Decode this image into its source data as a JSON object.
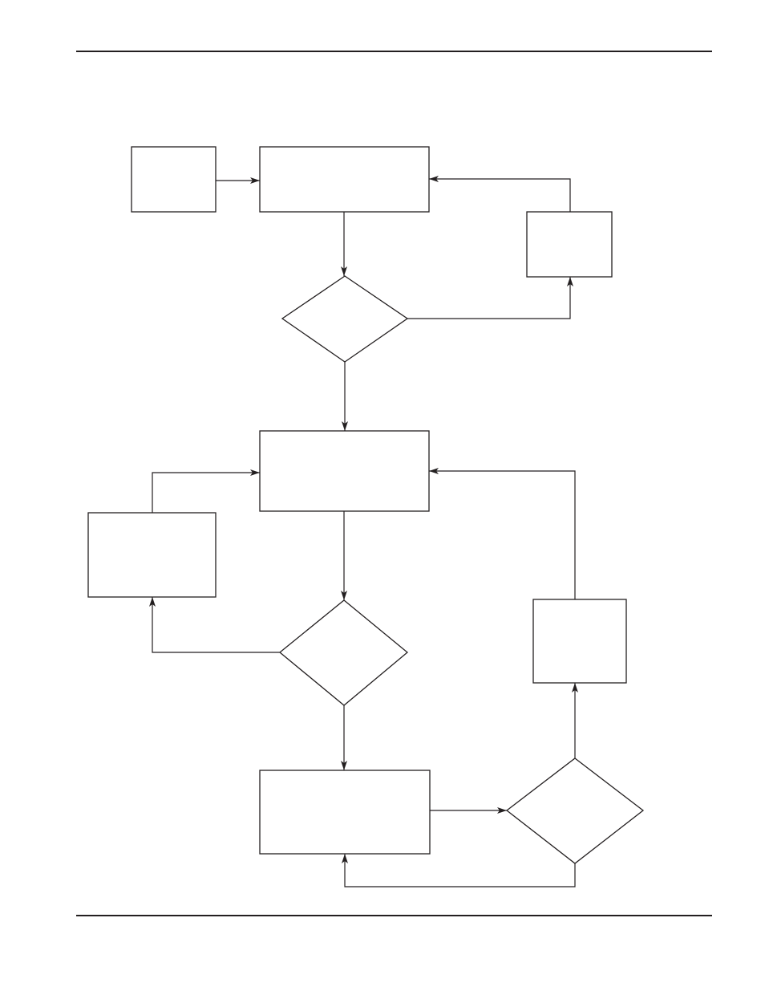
{
  "diagram": {
    "type": "flowchart",
    "nodes": [
      {
        "id": "box-a",
        "shape": "box",
        "label": ""
      },
      {
        "id": "box-b",
        "shape": "box",
        "label": ""
      },
      {
        "id": "box-c",
        "shape": "box",
        "label": ""
      },
      {
        "id": "diamond-1",
        "shape": "decision",
        "label": ""
      },
      {
        "id": "box-d",
        "shape": "box",
        "label": ""
      },
      {
        "id": "box-e",
        "shape": "box",
        "label": ""
      },
      {
        "id": "diamond-2",
        "shape": "decision",
        "label": ""
      },
      {
        "id": "box-f",
        "shape": "box",
        "label": ""
      },
      {
        "id": "box-g",
        "shape": "box",
        "label": ""
      },
      {
        "id": "diamond-3",
        "shape": "decision",
        "label": ""
      }
    ],
    "edges": [
      {
        "from": "box-a",
        "to": "box-b"
      },
      {
        "from": "box-b",
        "to": "diamond-1"
      },
      {
        "from": "diamond-1",
        "to": "box-c"
      },
      {
        "from": "box-c",
        "to": "box-b"
      },
      {
        "from": "diamond-1",
        "to": "box-d"
      },
      {
        "from": "box-d",
        "to": "diamond-2"
      },
      {
        "from": "diamond-2",
        "to": "box-e"
      },
      {
        "from": "box-e",
        "to": "box-d"
      },
      {
        "from": "diamond-2",
        "to": "box-f"
      },
      {
        "from": "box-f",
        "to": "diamond-3"
      },
      {
        "from": "diamond-3",
        "to": "box-f"
      },
      {
        "from": "diamond-3",
        "to": "box-g"
      },
      {
        "from": "box-g",
        "to": "box-d"
      }
    ],
    "stroke_color": "#231f20"
  }
}
